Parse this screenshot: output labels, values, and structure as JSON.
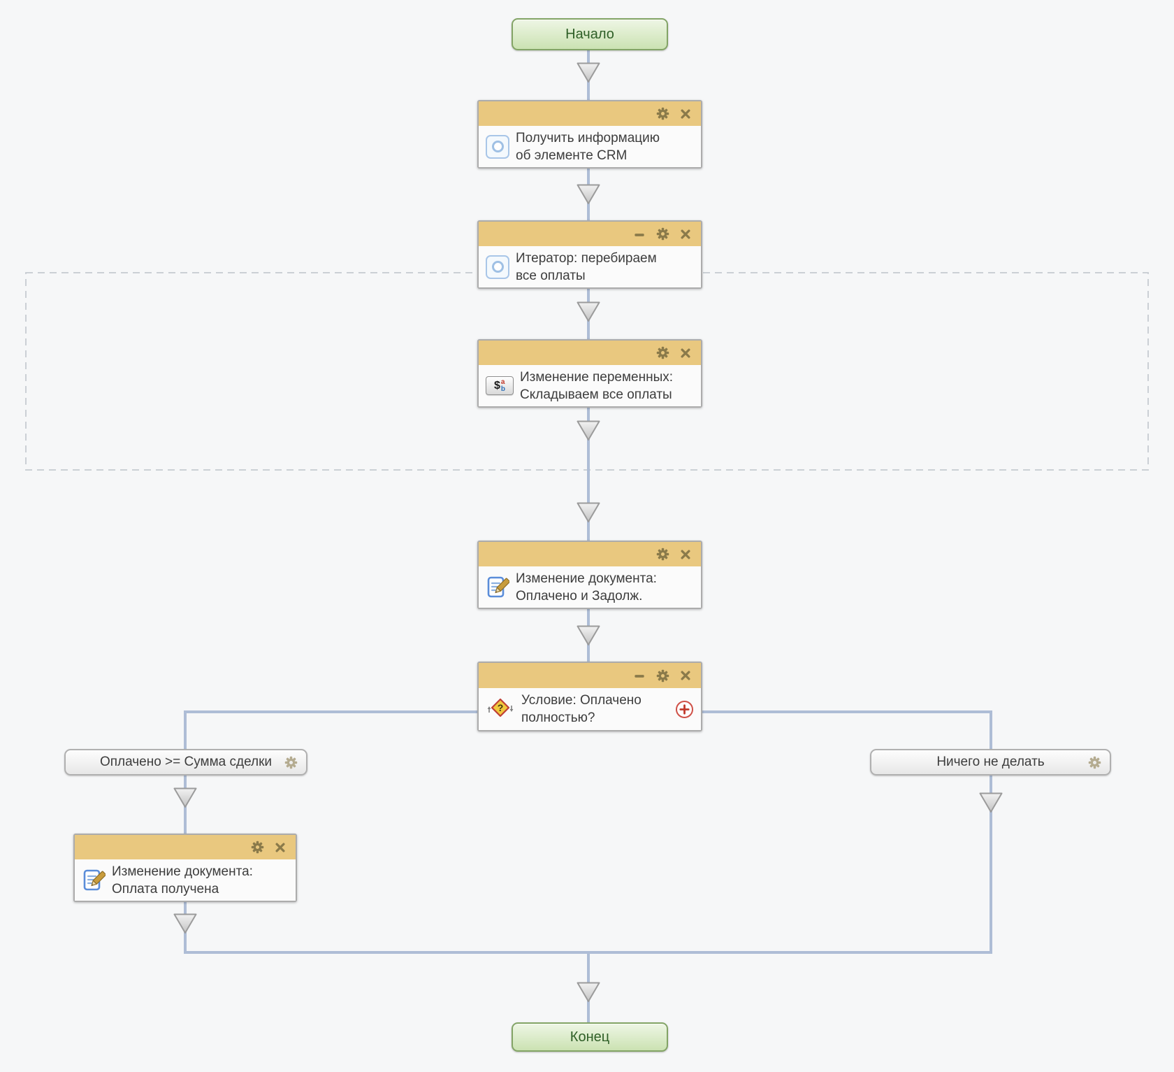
{
  "icons": {
    "vars_dollar": "$",
    "vars_sup": "a",
    "vars_sub": "b",
    "condition_glyph": "?"
  },
  "colors": {
    "block_header_accent": "#e9c87f",
    "connector": "#aebdd6",
    "start_end_green_border": "#83a466",
    "add_branch_red": "#c0392b"
  },
  "nodes": {
    "start": {
      "label": "Начало"
    },
    "end": {
      "label": "Конец"
    }
  },
  "blocks": {
    "get_crm_info": {
      "line1": "Получить информацию",
      "line2": "об элементе CRM"
    },
    "iterator": {
      "line1": "Итератор: перебираем",
      "line2": "все оплаты"
    },
    "set_variables": {
      "line1": "Изменение переменных:",
      "line2": "Складываем все оплаты"
    },
    "edit_document_paid": {
      "line1": "Изменение документа:",
      "line2": "Оплачено и Задолж."
    },
    "condition": {
      "line1": "Условие: Оплачено",
      "line2": "полностью?"
    },
    "edit_document_received": {
      "line1": "Изменение документа:",
      "line2": "Оплата получена"
    }
  },
  "branches": {
    "paid_full": {
      "label": "Оплачено >= Сумма сделки"
    },
    "do_nothing": {
      "label": "Ничего не делать"
    }
  }
}
